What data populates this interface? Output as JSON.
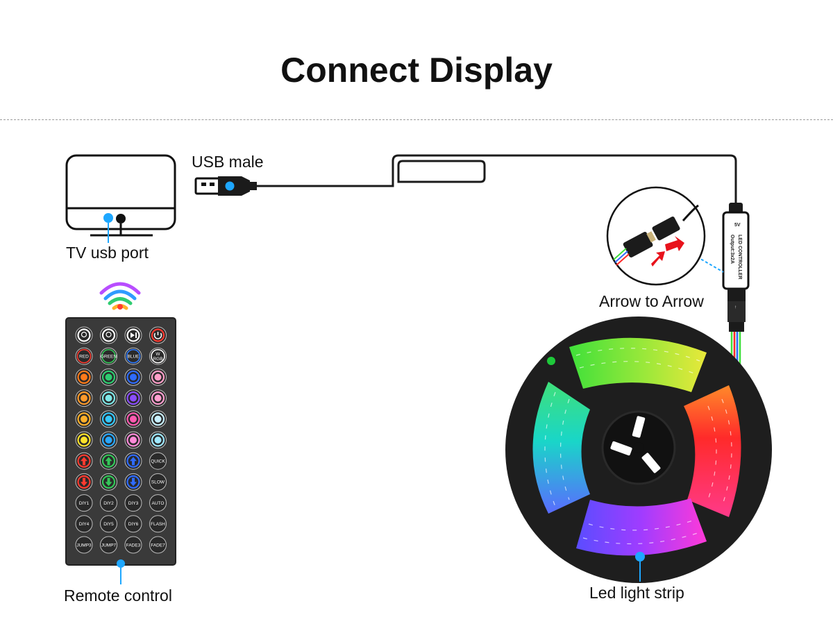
{
  "title": "Connect Display",
  "labels": {
    "usb_male": "USB male",
    "tv_usb_port": "TV usb port",
    "arrow_to_arrow": "Arrow to Arrow",
    "remote_control": "Remote control",
    "led_light_strip": "Led light strip"
  },
  "controller": {
    "line1": "LED CONTROLLER",
    "line2": "Output:3x2A",
    "voltage": "5V"
  },
  "remote": {
    "rows": [
      [
        {
          "t": "",
          "c": "#ffffff",
          "icon": "bulb"
        },
        {
          "t": "",
          "c": "#ffffff",
          "icon": "bulb"
        },
        {
          "t": "",
          "c": "#ffffff",
          "icon": "play"
        },
        {
          "t": "",
          "c": "#ff3b30",
          "icon": "power"
        }
      ],
      [
        {
          "t": "RED",
          "c": "#ff3b30"
        },
        {
          "t": "GREEN",
          "c": "#34c759"
        },
        {
          "t": "BLUE",
          "c": "#2f7bff"
        },
        {
          "t": "W RGB",
          "c": "#ffffff"
        }
      ],
      [
        {
          "t": "",
          "c": "#ff7a1a"
        },
        {
          "t": "",
          "c": "#2ecc71"
        },
        {
          "t": "",
          "c": "#2f6bff"
        },
        {
          "t": "",
          "c": "#ff9ec8"
        }
      ],
      [
        {
          "t": "",
          "c": "#ff9a2a"
        },
        {
          "t": "",
          "c": "#7fe8e8"
        },
        {
          "t": "",
          "c": "#8a4dff"
        },
        {
          "t": "",
          "c": "#ff9ed0"
        }
      ],
      [
        {
          "t": "",
          "c": "#ffb02a"
        },
        {
          "t": "",
          "c": "#35c8ff"
        },
        {
          "t": "",
          "c": "#ff5ab0"
        },
        {
          "t": "",
          "c": "#c8f0ff"
        }
      ],
      [
        {
          "t": "",
          "c": "#ffe22a"
        },
        {
          "t": "",
          "c": "#2aa8ff"
        },
        {
          "t": "",
          "c": "#ff8ad8"
        },
        {
          "t": "",
          "c": "#9fe8ff"
        }
      ],
      [
        {
          "t": "",
          "c": "#ff3b30",
          "icon": "up"
        },
        {
          "t": "",
          "c": "#34c759",
          "icon": "up"
        },
        {
          "t": "",
          "c": "#2f6bff",
          "icon": "up"
        },
        {
          "t": "QUICK",
          "c": "#cfcfcf"
        }
      ],
      [
        {
          "t": "",
          "c": "#ff3b30",
          "icon": "down"
        },
        {
          "t": "",
          "c": "#34c759",
          "icon": "down"
        },
        {
          "t": "",
          "c": "#2f6bff",
          "icon": "down"
        },
        {
          "t": "SLOW",
          "c": "#cfcfcf"
        }
      ],
      [
        {
          "t": "DIY1",
          "c": "#cfcfcf"
        },
        {
          "t": "DIY2",
          "c": "#cfcfcf"
        },
        {
          "t": "DIY3",
          "c": "#cfcfcf"
        },
        {
          "t": "AUTO",
          "c": "#cfcfcf"
        }
      ],
      [
        {
          "t": "DIY4",
          "c": "#cfcfcf"
        },
        {
          "t": "DIY5",
          "c": "#cfcfcf"
        },
        {
          "t": "DIY6",
          "c": "#cfcfcf"
        },
        {
          "t": "FLASH",
          "c": "#cfcfcf"
        }
      ],
      [
        {
          "t": "JUMP3",
          "c": "#cfcfcf"
        },
        {
          "t": "JUMP7",
          "c": "#cfcfcf"
        },
        {
          "t": "FADE3",
          "c": "#cfcfcf"
        },
        {
          "t": "FADE7",
          "c": "#cfcfcf"
        }
      ]
    ]
  },
  "colors": {
    "accent_blue": "#1ea7ff",
    "arrow_red": "#e8121b",
    "strip_green": "#3fe03a",
    "strip_yellow": "#d8e832",
    "strip_red": "#ff2a2a",
    "strip_purple": "#9a3cff",
    "strip_teal": "#19d6b4"
  }
}
